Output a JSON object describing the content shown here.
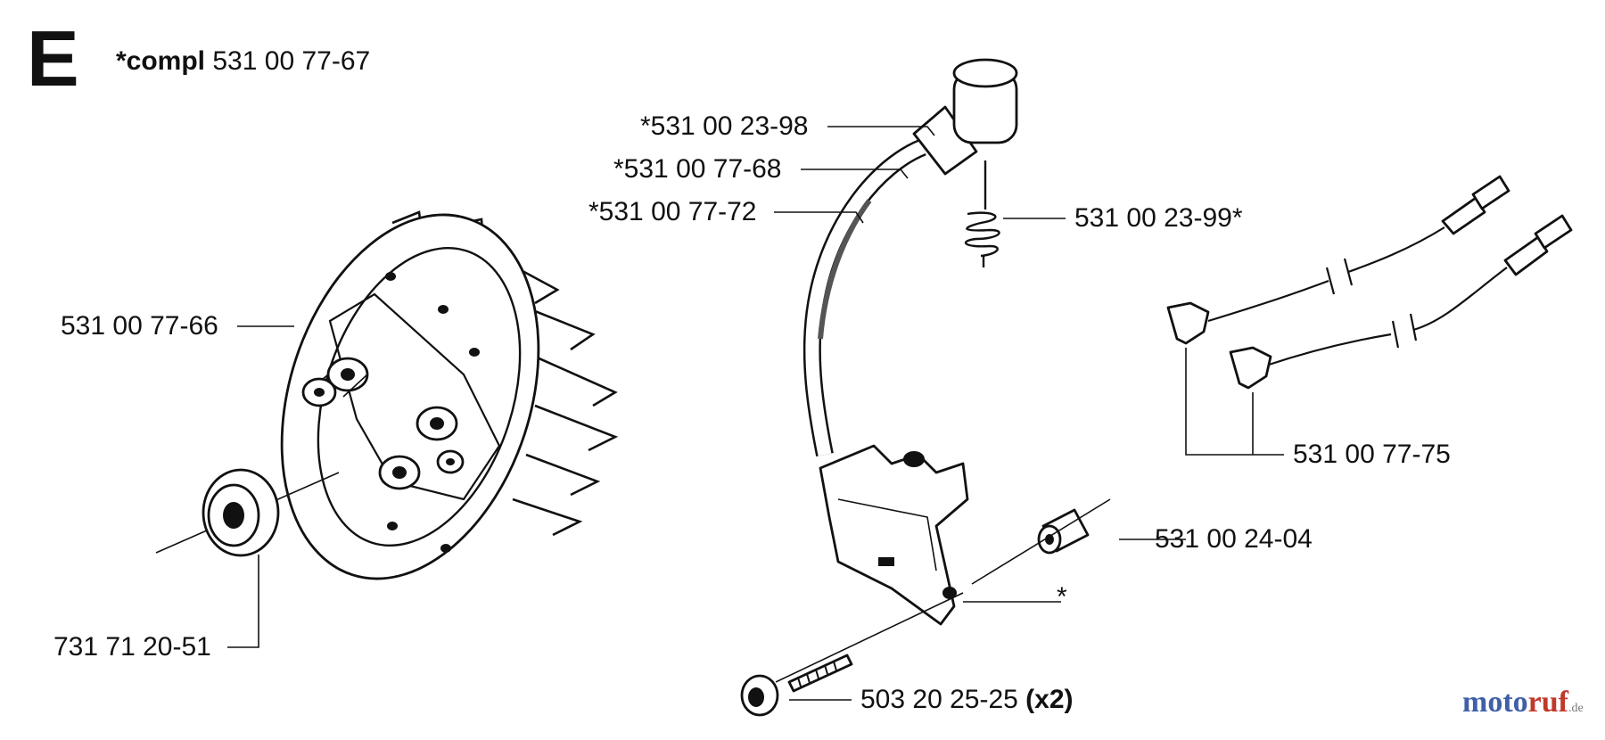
{
  "section": {
    "letter": "E"
  },
  "header": {
    "prefix": "*compl",
    "part_number": "531 00 77-67"
  },
  "callouts": {
    "spark_plug_cap": "*531 00 23-98",
    "hv_lead": "*531 00 77-68",
    "lead_sleeve": "*531 00 77-72",
    "cap_spring": "531 00 23-99*",
    "flywheel": "531 00 77-66",
    "flywheel_nut": "731 71 20-51",
    "ignition_leads": "531 00 77-75",
    "spacer": "531 00 24-04",
    "ignition_module": "*",
    "screw": "503 20 25-25",
    "screw_qty": "(x2)"
  },
  "watermark": {
    "brand": "motoruf",
    "tld": ".de",
    "brand_part1": "moto",
    "brand_part2": "ruf"
  }
}
